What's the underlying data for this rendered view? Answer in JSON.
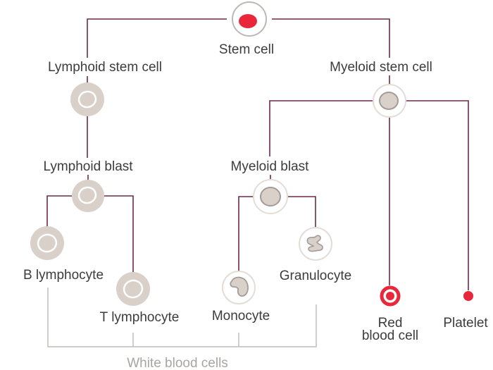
{
  "title": "Blood cell development",
  "colors": {
    "line": "#6b2a4a",
    "red": "#e8273a",
    "cell_fill": "#d9d0ca",
    "cell_ring": "#ffffff",
    "cell_outline": "#e3ddd8",
    "nucleus_stroke": "#a39c96",
    "bracket": "#bdbab7",
    "text": "#3c3c3c",
    "text_grey": "#a8a5a2"
  },
  "nodes": {
    "stem_cell": {
      "label": "Stem cell",
      "icon": "red-nucleus-cell"
    },
    "lymphoid_stem_cell": {
      "label": "Lymphoid stem cell",
      "icon": "lymphoid-cell"
    },
    "myeloid_stem_cell": {
      "label": "Myeloid stem cell",
      "icon": "myeloid-cell"
    },
    "lymphoid_blast": {
      "label": "Lymphoid blast",
      "icon": "lymphoid-cell"
    },
    "myeloid_blast": {
      "label": "Myeloid blast",
      "icon": "myeloid-cell"
    },
    "b_lymphocyte": {
      "label": "B lymphocyte",
      "icon": "lymphoid-cell"
    },
    "t_lymphocyte": {
      "label": "T lymphocyte",
      "icon": "lymphoid-cell"
    },
    "monocyte": {
      "label": "Monocyte",
      "icon": "kidney-nucleus-cell"
    },
    "granulocyte": {
      "label": "Granulocyte",
      "icon": "lobed-nucleus-cell"
    },
    "red_blood_cell": {
      "label_line1": "Red",
      "label_line2": "blood cell",
      "icon": "red-ring-cell"
    },
    "platelet": {
      "label": "Platelet",
      "icon": "red-dot"
    }
  },
  "group": {
    "label": "White blood cells"
  }
}
